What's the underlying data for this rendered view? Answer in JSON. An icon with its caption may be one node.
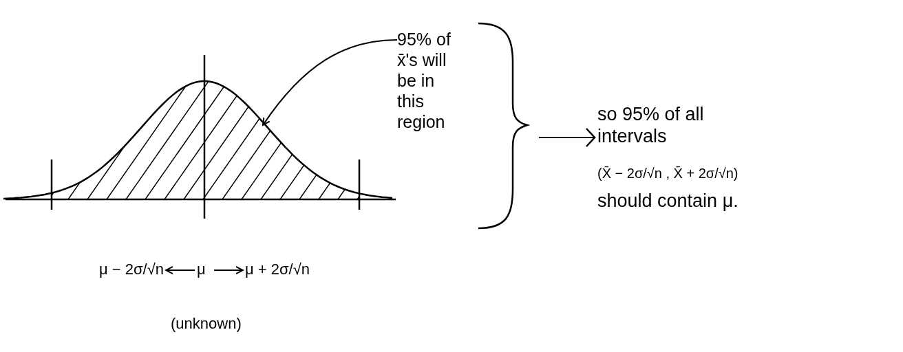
{
  "diagram": {
    "nodes": [
      {
        "text": [
          "95% of x̄'s will be in this region"
        ]
      },
      {
        "text": [],
        "shape": "picture"
      },
      {
        "text": [
          "so 95% of all intervals",
          "(X̄ − 2σ/√n ,  X̄ + 2σ/√n)",
          "should contain μ."
        ]
      },
      {
        "text": [
          "μ − 2σ/√n"
        ]
      },
      {
        "text": [
          "μ"
        ],
        "beside": [
          "(unknown)"
        ]
      },
      {
        "text": [
          "μ + 2σ/√n"
        ]
      }
    ],
    "edges": [
      {
        "from": 0,
        "to": 1,
        "arrow": "to"
      },
      {
        "from": 0,
        "to": 2,
        "arrow": "to"
      },
      {
        "from": 4,
        "to": 3,
        "arrow": "to"
      },
      {
        "from": 4,
        "to": 5,
        "arrow": "to"
      }
    ]
  }
}
